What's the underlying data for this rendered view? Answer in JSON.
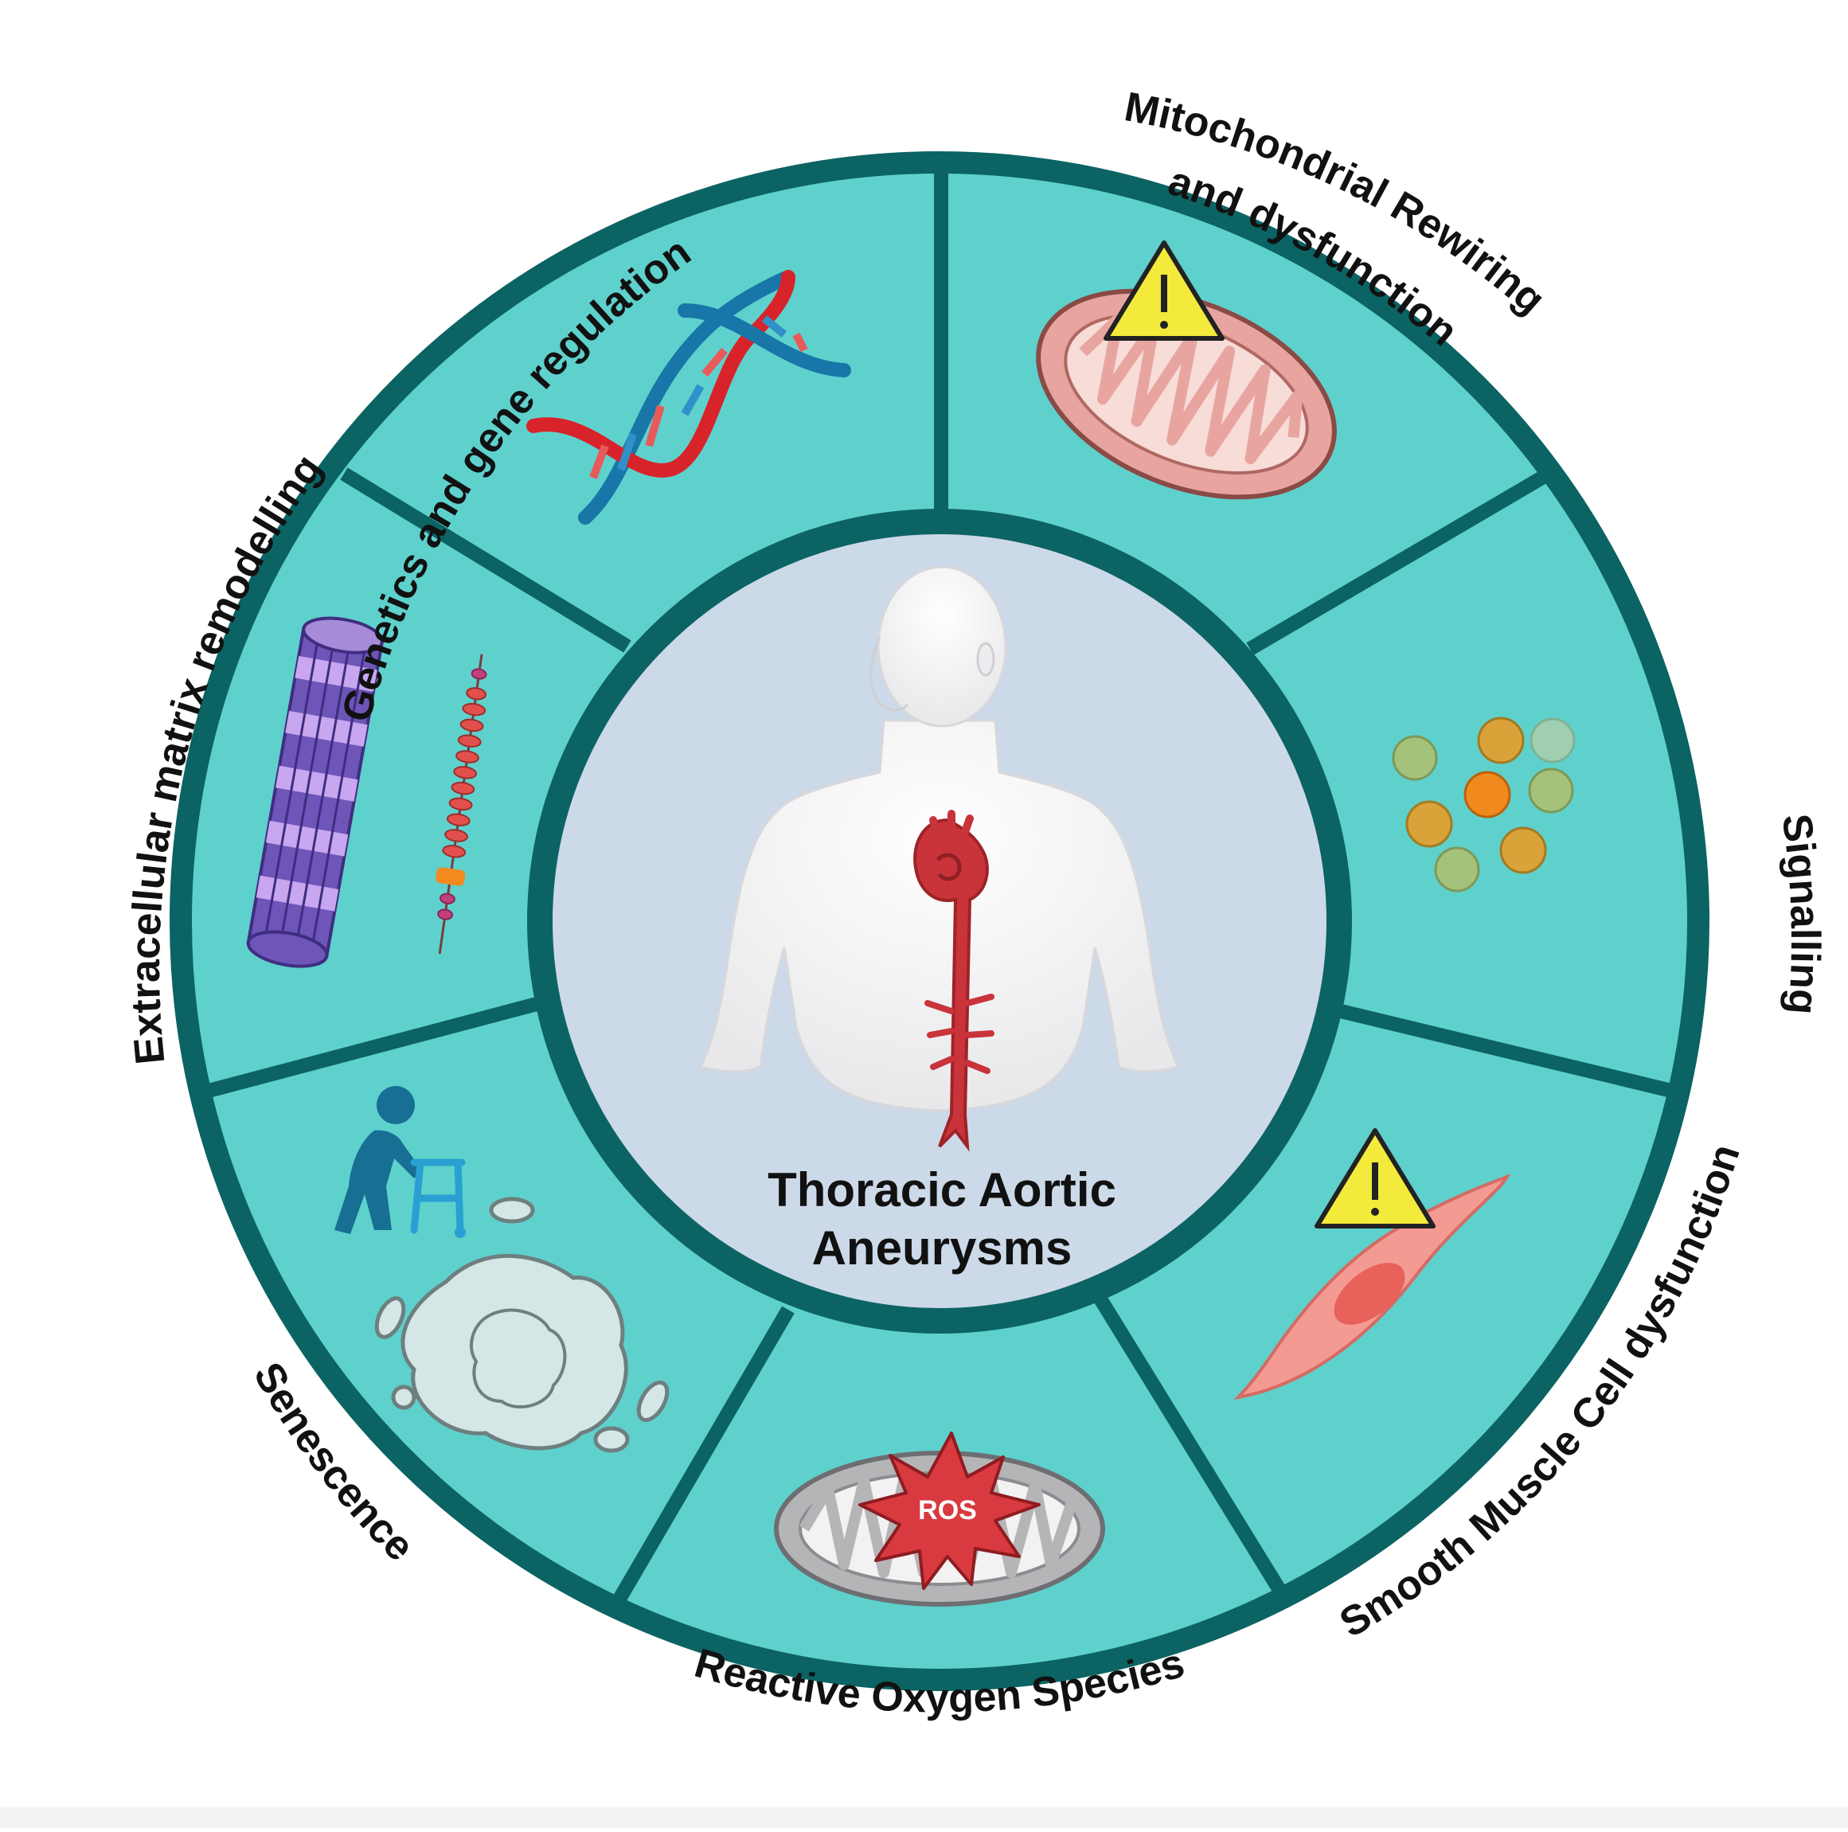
{
  "center": {
    "title_line1": "Thoracic Aortic",
    "title_line2": "Aneurysms"
  },
  "sectors": {
    "genetics": {
      "label": "Genetics and gene regulation",
      "icon": "dna-double-helix-icon"
    },
    "mitochondria": {
      "label_line1": "Mitochondrial Rewiring",
      "label_line2": "and dysfunction",
      "icon": "mitochondrion-warning-icon"
    },
    "signalling": {
      "label": "Signalling",
      "icon": "signalling-molecules-icon"
    },
    "smc": {
      "label": "Smooth Muscle Cell dysfunction",
      "icon": "smooth-muscle-cell-warning-icon"
    },
    "ros": {
      "label": "Reactive Oxygen Species",
      "badge": "ROS",
      "icon": "ros-mitochondrion-icon"
    },
    "senescence": {
      "label": "Senescence",
      "icon": "senescent-cell-icon"
    },
    "ecm": {
      "label": "Extracellular matrix remodelling",
      "icon": "collagen-fibril-icon"
    }
  },
  "colors": {
    "ring_fill": "#5ed1cd",
    "ring_border": "#0c6363",
    "center_fill": "#ccd9e8",
    "aorta": "#c9343a",
    "warning": "#f4ea3c"
  }
}
